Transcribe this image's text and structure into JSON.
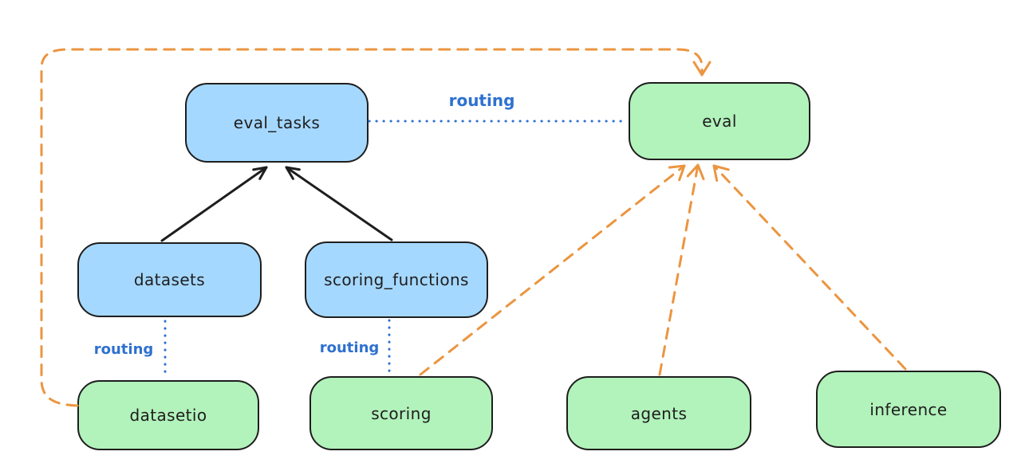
{
  "diagram": {
    "nodes": [
      {
        "id": "eval_tasks",
        "label": "eval_tasks",
        "fill": "blue"
      },
      {
        "id": "eval",
        "label": "eval",
        "fill": "green"
      },
      {
        "id": "datasets",
        "label": "datasets",
        "fill": "blue"
      },
      {
        "id": "scoring_functions",
        "label": "scoring_functions",
        "fill": "blue"
      },
      {
        "id": "datasetio",
        "label": "datasetio",
        "fill": "green"
      },
      {
        "id": "scoring",
        "label": "scoring",
        "fill": "green"
      },
      {
        "id": "agents",
        "label": "agents",
        "fill": "green"
      },
      {
        "id": "inference",
        "label": "inference",
        "fill": "green"
      }
    ],
    "edges": [
      {
        "from": "datasets",
        "to": "eval_tasks",
        "style": "solid",
        "color": "black",
        "arrow": true,
        "label": ""
      },
      {
        "from": "scoring_functions",
        "to": "eval_tasks",
        "style": "solid",
        "color": "black",
        "arrow": true,
        "label": ""
      },
      {
        "from": "eval_tasks",
        "to": "eval",
        "style": "dotted",
        "color": "blue",
        "arrow": false,
        "label": "routing"
      },
      {
        "from": "datasets",
        "to": "datasetio",
        "style": "dotted",
        "color": "blue",
        "arrow": false,
        "label": "routing"
      },
      {
        "from": "scoring_functions",
        "to": "scoring",
        "style": "dotted",
        "color": "blue",
        "arrow": false,
        "label": "routing"
      },
      {
        "from": "datasetio",
        "to": "eval",
        "style": "dashed",
        "color": "orange",
        "arrow": true,
        "label": ""
      },
      {
        "from": "scoring",
        "to": "eval",
        "style": "dashed",
        "color": "orange",
        "arrow": true,
        "label": ""
      },
      {
        "from": "agents",
        "to": "eval",
        "style": "dashed",
        "color": "orange",
        "arrow": true,
        "label": ""
      },
      {
        "from": "inference",
        "to": "eval",
        "style": "dashed",
        "color": "orange",
        "arrow": true,
        "label": ""
      }
    ],
    "edge_labels": {
      "eval_tasks_eval": "routing",
      "datasets_datasetio": "routing",
      "scoring_functions_scoring": "routing"
    },
    "colors": {
      "blue-fill": "#a5d8ff",
      "green-fill": "#b2f2bb",
      "ink": "#1e1e1e",
      "orange": "#eb9540",
      "blue-line": "#2e71d0",
      "bg": "#ffffff"
    }
  }
}
